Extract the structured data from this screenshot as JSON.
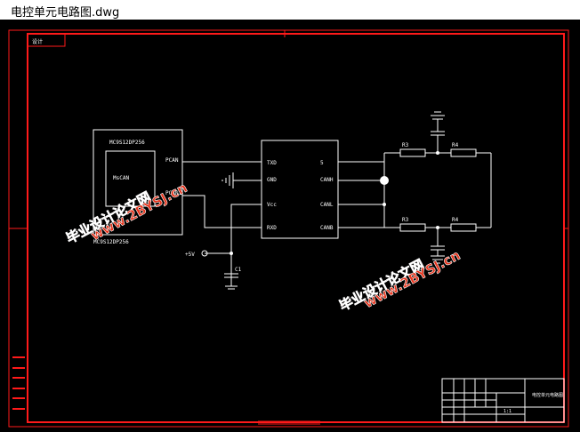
{
  "window": {
    "title": "电控单元电路图.dwg"
  },
  "colors": {
    "frame": "#ff1a1a",
    "line": "#ffffff",
    "watermark": "#e8341c",
    "background": "#000000"
  },
  "drawing": {
    "frame_tag": "设计",
    "chip": {
      "name_top": "MC9S12DP256",
      "name_bottom": "MC9S12DP256",
      "inner": "MsCAN",
      "pin_tx": "PCAN",
      "pin_rx": "PCAN1"
    },
    "transceiver": {
      "pin_txd": "TXD",
      "pin_gnd": "GND",
      "pin_vcc": "Vcc",
      "pin_rxd": "RXD",
      "pin_5": "5",
      "pin_canh": "CANH",
      "pin_canl": "CANL",
      "pin_can3": "CANB"
    },
    "resistors": {
      "r3_top": "R3",
      "r4_top": "R4",
      "r3_bottom": "R3",
      "r4_bottom": "R4"
    },
    "power_label": "+5V",
    "capacitor_label": "C1",
    "title_block_name": "电控单元电路图",
    "title_block_scale": "1:1"
  },
  "watermarks": {
    "line1_cn": "毕业设计论文网",
    "line1_url": "www.2BYSJ.cn",
    "line2_cn": "毕业设计论文网",
    "line2_url": "www.2BYSJ.cn"
  }
}
